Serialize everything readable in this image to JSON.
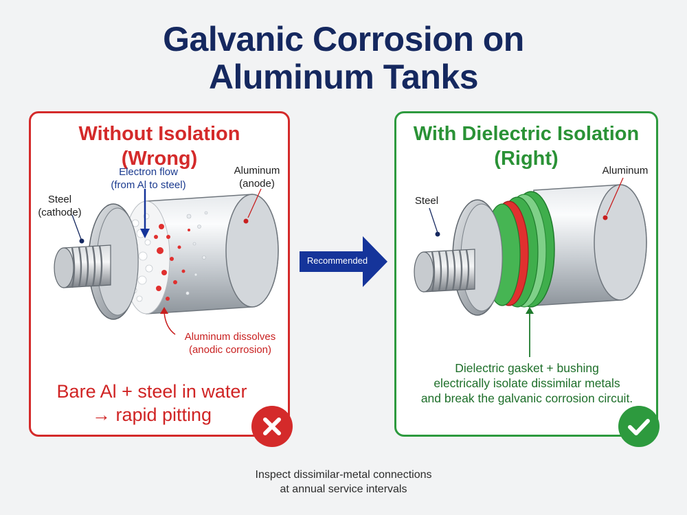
{
  "title_line1": "Galvanic Corrosion on",
  "title_line2": "Aluminum Tanks",
  "wrong": {
    "title_line1": "Without Isolation",
    "title_line2": "(Wrong)",
    "label_steel_1": "Steel",
    "label_steel_2": "(cathode)",
    "label_electron_1": "Electron flow",
    "label_electron_2": "(from Al to steel)",
    "label_aluminum_1": "Aluminum",
    "label_aluminum_2": "(anode)",
    "label_dissolves_1": "Aluminum dissolves",
    "label_dissolves_2": "(anodic corrosion)",
    "message_1": "Bare Al + steel in water",
    "message_2": "→ rapid pitting",
    "badge_icon": "x-icon",
    "accent": "#d42a2a"
  },
  "right": {
    "title_line1": "With Dielectric Isolation",
    "title_line2": "(Right)",
    "label_steel": "Steel",
    "label_aluminum": "Aluminum",
    "note_1": "Dielectric gasket + bushing",
    "note_2": "electrically isolate dissimilar metals",
    "note_3": "and break the galvanic corrosion circuit.",
    "badge_icon": "check-icon",
    "accent": "#2d9a3e"
  },
  "arrow_label": "Recommended",
  "arrow_color": "#15349a",
  "footer_1": "Inspect dissimilar-metal connections",
  "footer_2": "at annual service intervals"
}
